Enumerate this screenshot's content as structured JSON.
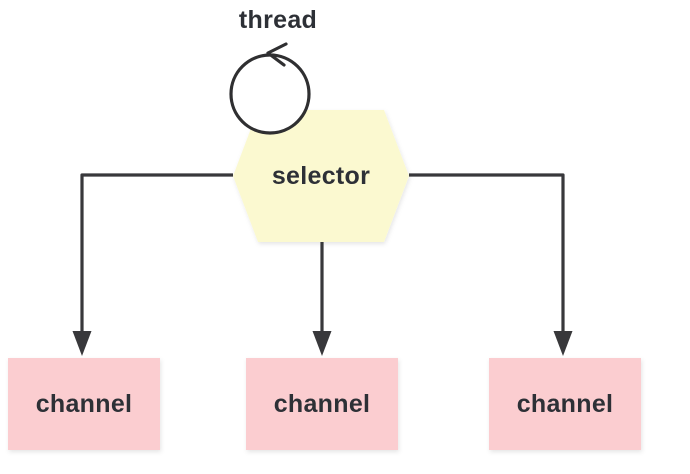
{
  "diagram": {
    "nodes": {
      "thread": {
        "label": "thread",
        "shape": "self-loop-circle"
      },
      "selector": {
        "label": "selector",
        "shape": "hexagon"
      },
      "channels": [
        {
          "label": "channel",
          "shape": "rectangle"
        },
        {
          "label": "channel",
          "shape": "rectangle"
        },
        {
          "label": "channel",
          "shape": "rectangle"
        }
      ]
    },
    "edges": [
      {
        "from": "selector",
        "to": "channel-1",
        "style": "elbow-arrow"
      },
      {
        "from": "selector",
        "to": "channel-2",
        "style": "straight-arrow"
      },
      {
        "from": "selector",
        "to": "channel-3",
        "style": "elbow-arrow"
      }
    ],
    "colors": {
      "background": "#ffffff",
      "selector_fill": "#fbf9d0",
      "channel_fill": "#fbcdd0",
      "connector": "#38383b",
      "text": "#2d3036",
      "loop_stroke": "#2f2f31"
    },
    "icons": {
      "self_loop": "circular-arrow-loop-icon"
    }
  }
}
